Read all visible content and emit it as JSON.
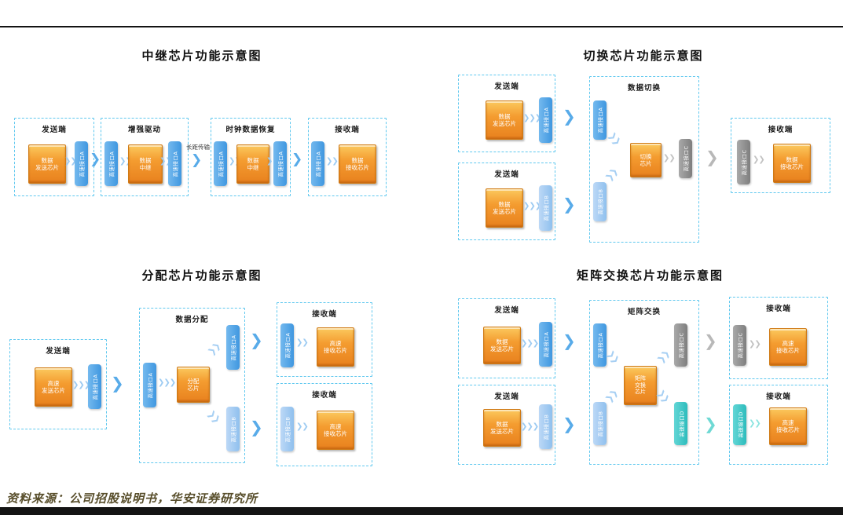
{
  "frame": {
    "source_note": "资料来源：公司招股说明书，华安证券研究所"
  },
  "colors": {
    "accent_blue": "#58abe9",
    "light_blue": "#9cc7f0",
    "gray_port": "#8f8f8f",
    "teal_port": "#45c8c8",
    "chip_orange": "#ef8f25",
    "dashed_border": "#5fc8ef",
    "source_text": "#584e2b",
    "rule_black": "#141414"
  },
  "d1": {
    "title": "中继芯片功能示意图",
    "box_send": "发送端",
    "box_drive": "增强驱动",
    "box_cdr": "时钟数据恢复",
    "box_recv": "接收端",
    "chip_send": "数据\n发送芯片",
    "chip_relay": "数据\n中继",
    "chip_recv": "数据\n接收芯片",
    "port_a": "高速接口A",
    "link_label": "长距传输"
  },
  "d2": {
    "title": "切换芯片功能示意图",
    "box_send": "发送端",
    "box_switch": "数据切换",
    "box_recv": "接收端",
    "chip_send": "数据\n发送芯片",
    "chip_switch": "切换\n芯片",
    "chip_recv": "数据\n接收芯片",
    "port_a": "高速接口A",
    "port_b": "高速接口B",
    "port_c": "高速接口C"
  },
  "d3": {
    "title": "分配芯片功能示意图",
    "box_send": "发送端",
    "box_dist": "数据分配",
    "box_recv": "接收端",
    "chip_send": "高速\n发送芯片",
    "chip_split": "分配\n芯片",
    "chip_recv": "高速\n接收芯片",
    "port_a": "高速接口A",
    "port_b": "高速接口B"
  },
  "d4": {
    "title": "矩阵交换芯片功能示意图",
    "box_send": "发送端",
    "box_matrix": "矩阵交换",
    "box_recv": "接收端",
    "chip_send": "数据\n发送芯片",
    "chip_matrix": "矩阵\n交换\n芯片",
    "chip_recv": "高速\n接收芯片",
    "port_a": "高速接口A",
    "port_b": "高速接口B",
    "port_c": "高速接口C",
    "port_d": "高速接口D"
  }
}
